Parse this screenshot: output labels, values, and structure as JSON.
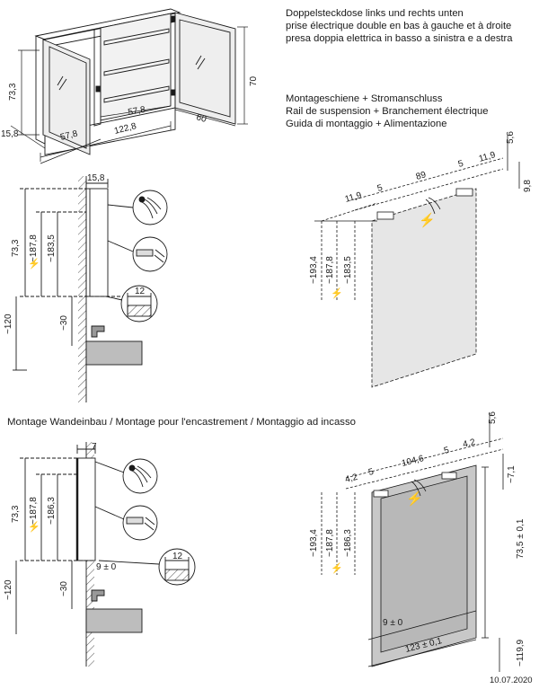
{
  "socket_note": [
    "Doppelsteckdose links und rechts unten",
    "prise électrique double en bas à gauche et à droite",
    "presa doppia elettrica in basso a sinistra e a destra"
  ],
  "rail_note": [
    "Montageschiene + Stromanschluss",
    "Rail de suspension + Branchement électrique",
    "Guida di montaggio + Alimentazione"
  ],
  "recessed_title": "Montage Wandeinbau / Montage pour l'encastrement / Montaggio ad incasso",
  "date": "10.07.2020",
  "cabinet_dims": {
    "height_left": "73,3",
    "height_right": "70",
    "depth": "15,8",
    "door_left": "57,8",
    "width_total": "122,8",
    "door_mid": "57,8",
    "width_inner": "60"
  },
  "surface_side": {
    "depth_top": "15,8",
    "h1": "73,3",
    "h2": "~187,8",
    "h3": "~183,5",
    "h4": "~120",
    "h5": "~30",
    "detail": "12"
  },
  "surface_front": {
    "top_offset": "5,6",
    "w_left": "11,9",
    "w_5a": "5",
    "w_mid": "89",
    "w_5b": "5",
    "w_right": "11,9",
    "right_drop": "9,8",
    "h1": "~193,4",
    "h2": "~187,8",
    "h3": "~183,5"
  },
  "recessed_side": {
    "depth_top": "7",
    "h1": "73,3",
    "h2": "~187,8",
    "h3": "~186,3",
    "h4": "~120",
    "h5": "~30",
    "gap": "9 ± 0",
    "detail": "12"
  },
  "recessed_front": {
    "top_offset": "5,6",
    "w_left": "4,2",
    "w_5a": "5",
    "w_mid": "104,6",
    "w_5b": "5",
    "w_right": "4,2",
    "right_drop": "~7,1",
    "h1": "~193,4",
    "h2": "~187,8",
    "h3": "~186,3",
    "height_box": "73,5 ± 0,1",
    "bottom": "~119,9",
    "gap": "9 ± 0",
    "width_box": "123 ± 0,1"
  },
  "colors": {
    "line": "#1a1a1a",
    "mirror": "#dcdcdc",
    "recess": "#c8c8c8",
    "hatch": "#555555"
  }
}
